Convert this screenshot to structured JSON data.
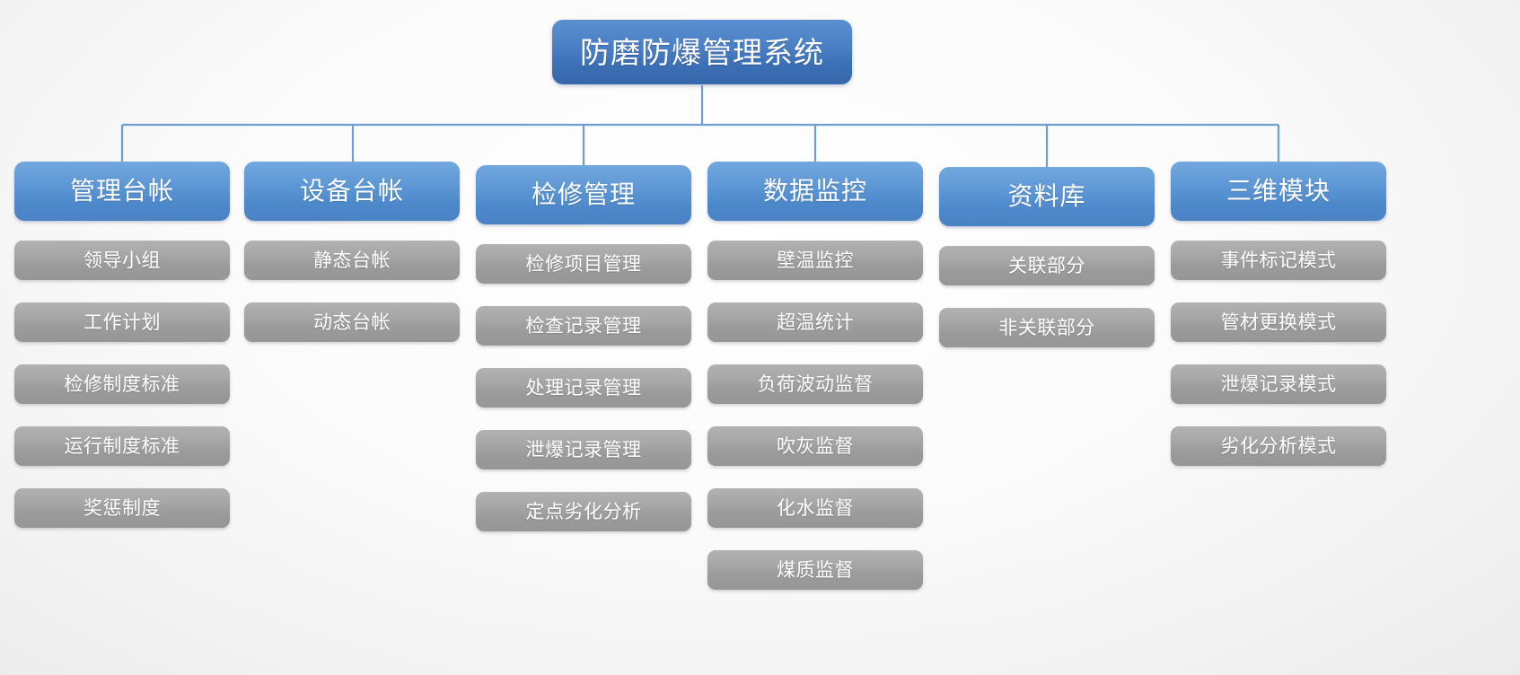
{
  "diagram": {
    "type": "org-tree",
    "title": "防磨防爆管理系统",
    "colors": {
      "root_fill": "#4a7ec4",
      "branch_fill": "#5d97d5",
      "leaf_fill": "#a0a0a0",
      "connector": "#6f9fd0",
      "text": "#ffffff",
      "background": "#f7f7f7"
    },
    "root": {
      "label": "防磨防爆管理系统"
    },
    "branches": [
      {
        "label": "管理台帐",
        "children": [
          {
            "label": "领导小组"
          },
          {
            "label": "工作计划"
          },
          {
            "label": "检修制度标准"
          },
          {
            "label": "运行制度标准"
          },
          {
            "label": "奖惩制度"
          }
        ]
      },
      {
        "label": "设备台帐",
        "children": [
          {
            "label": "静态台帐"
          },
          {
            "label": "动态台帐"
          }
        ]
      },
      {
        "label": "检修管理",
        "children": [
          {
            "label": "检修项目管理"
          },
          {
            "label": "检查记录管理"
          },
          {
            "label": "处理记录管理"
          },
          {
            "label": "泄爆记录管理"
          },
          {
            "label": "定点劣化分析"
          }
        ]
      },
      {
        "label": "数据监控",
        "children": [
          {
            "label": "壁温监控"
          },
          {
            "label": "超温统计"
          },
          {
            "label": "负荷波动监督"
          },
          {
            "label": "吹灰监督"
          },
          {
            "label": "化水监督"
          },
          {
            "label": "煤质监督"
          }
        ]
      },
      {
        "label": "资料库",
        "children": [
          {
            "label": "关联部分"
          },
          {
            "label": "非关联部分"
          }
        ]
      },
      {
        "label": "三维模块",
        "children": [
          {
            "label": "事件标记模式"
          },
          {
            "label": "管材更换模式"
          },
          {
            "label": "泄爆记录模式"
          },
          {
            "label": "劣化分析模式"
          }
        ]
      }
    ]
  }
}
